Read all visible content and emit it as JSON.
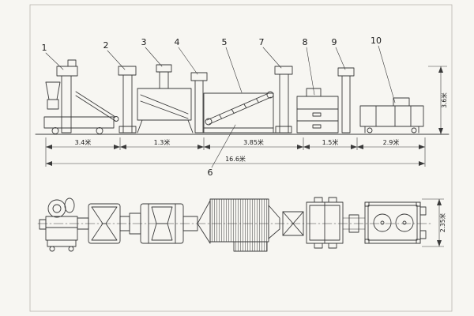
{
  "callouts": [
    "1",
    "2",
    "3",
    "4",
    "5",
    "6",
    "7",
    "8",
    "9",
    "10"
  ],
  "dims": {
    "d1": "3.4米",
    "d2": "1.3米",
    "d3": "3.85米",
    "d4": "1.5米",
    "d5": "2.9米",
    "total": "16.6米",
    "height": "3.6米",
    "depth": "2.35米"
  }
}
